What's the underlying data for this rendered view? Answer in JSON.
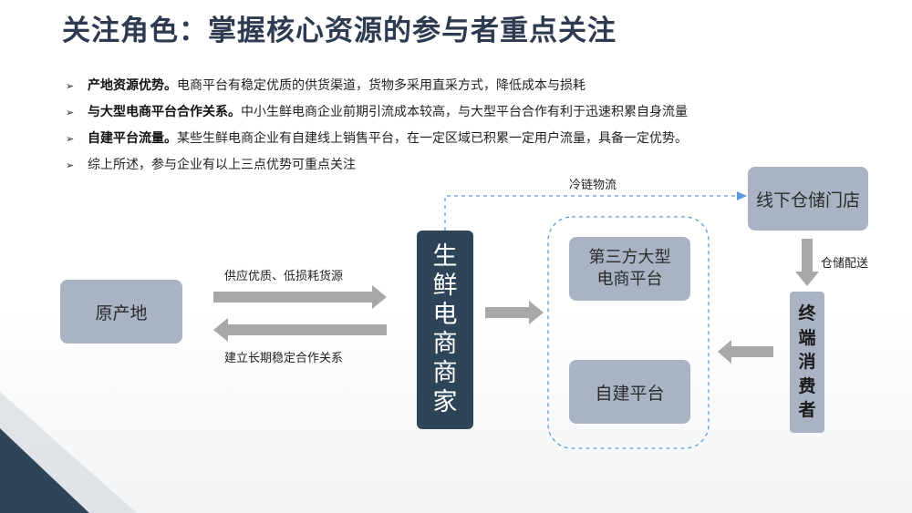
{
  "title": "关注角色：掌握核心资源的参与者重点关注",
  "bullets": [
    {
      "bold": "产地资源优势。",
      "text": "电商平台有稳定优质的供货渠道，货物多采用直采方式，降低成本与损耗"
    },
    {
      "bold": "与大型电商平台合作关系。",
      "text": "中小生鲜电商企业前期引流成本较高，与大型平台合作有利于迅速积累自身流量"
    },
    {
      "bold": "自建平台流量。",
      "text": "某些生鲜电商企业有自建线上销售平台，在一定区域已积累一定用户流量，具备一定优势。"
    },
    {
      "bold": "",
      "text": "综上所述，参与企业有以上三点优势可重点关注"
    }
  ],
  "nodes": {
    "origin": "原产地",
    "seller": [
      "生",
      "鲜",
      "电",
      "商",
      "商",
      "家"
    ],
    "third_party": "第三方大型电商平台",
    "self_built": "自建平台",
    "store": "线下仓储门店",
    "consumer": [
      "终",
      "端",
      "消",
      "费",
      "者"
    ]
  },
  "edges": {
    "supply": "供应优质、低损耗货源",
    "relationship": "建立长期稳定合作关系",
    "cold_chain": "冷链物流",
    "warehouse": "仓储配送"
  },
  "colors": {
    "dark": "#2e4459",
    "box": "#a9b3c3",
    "arrow": "#a8a8a8",
    "dashed": "#5b9bd5"
  }
}
